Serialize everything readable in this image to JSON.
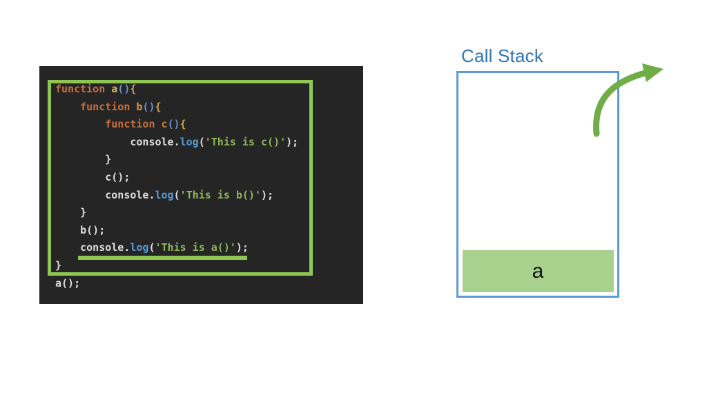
{
  "slide": {
    "background": "#FFFFFF"
  },
  "code_panel": {
    "background": "#252526",
    "highlight_border_color": "#8DC653",
    "underline_color": "#8DC653",
    "token_colors": {
      "kw": "#C5703F",
      "fna": "#D7B954",
      "fnb": "#D0984C",
      "fnc": "#C97C41",
      "pr": "#6B8FD6",
      "br": "#C9A144",
      "pl": "#DEDEDE",
      "mth": "#559CD6",
      "str": "#8FB65A"
    },
    "lines": [
      [
        {
          "t": "function ",
          "c": "kw"
        },
        {
          "t": "a",
          "c": "fna"
        },
        {
          "t": "()",
          "c": "pr"
        },
        {
          "t": "{",
          "c": "br"
        }
      ],
      [
        {
          "t": "    ",
          "c": "pl"
        },
        {
          "t": "function ",
          "c": "kw"
        },
        {
          "t": "b",
          "c": "fnb"
        },
        {
          "t": "()",
          "c": "pr"
        },
        {
          "t": "{",
          "c": "br"
        }
      ],
      [
        {
          "t": "        ",
          "c": "pl"
        },
        {
          "t": "function ",
          "c": "kw"
        },
        {
          "t": "c",
          "c": "fnc"
        },
        {
          "t": "()",
          "c": "pr"
        },
        {
          "t": "{",
          "c": "br"
        }
      ],
      [
        {
          "t": "            console.",
          "c": "pl"
        },
        {
          "t": "log",
          "c": "mth"
        },
        {
          "t": "(",
          "c": "pl"
        },
        {
          "t": "'This is c()'",
          "c": "str"
        },
        {
          "t": ");",
          "c": "pl"
        }
      ],
      [
        {
          "t": "        }",
          "c": "pl"
        }
      ],
      [
        {
          "t": "        c();",
          "c": "pl"
        }
      ],
      [
        {
          "t": "        console.",
          "c": "pl"
        },
        {
          "t": "log",
          "c": "mth"
        },
        {
          "t": "(",
          "c": "pl"
        },
        {
          "t": "'This is b()'",
          "c": "str"
        },
        {
          "t": ");",
          "c": "pl"
        }
      ],
      [
        {
          "t": "    }",
          "c": "pl"
        }
      ],
      [
        {
          "t": "    b();",
          "c": "pl"
        }
      ],
      [
        {
          "t": "    console.",
          "c": "pl"
        },
        {
          "t": "log",
          "c": "mth"
        },
        {
          "t": "(",
          "c": "pl"
        },
        {
          "t": "'This is a()'",
          "c": "str"
        },
        {
          "t": ");",
          "c": "pl"
        }
      ],
      [
        {
          "t": "}",
          "c": "pl"
        }
      ],
      [
        {
          "t": "a();",
          "c": "pl"
        }
      ]
    ]
  },
  "call_stack": {
    "title": "Call Stack",
    "title_color": "#2E75B6",
    "border_color": "#5B9BD5",
    "frames": [
      {
        "label": "a",
        "fill": "#A9D18E"
      }
    ]
  },
  "arrow": {
    "color": "#70AD47"
  }
}
